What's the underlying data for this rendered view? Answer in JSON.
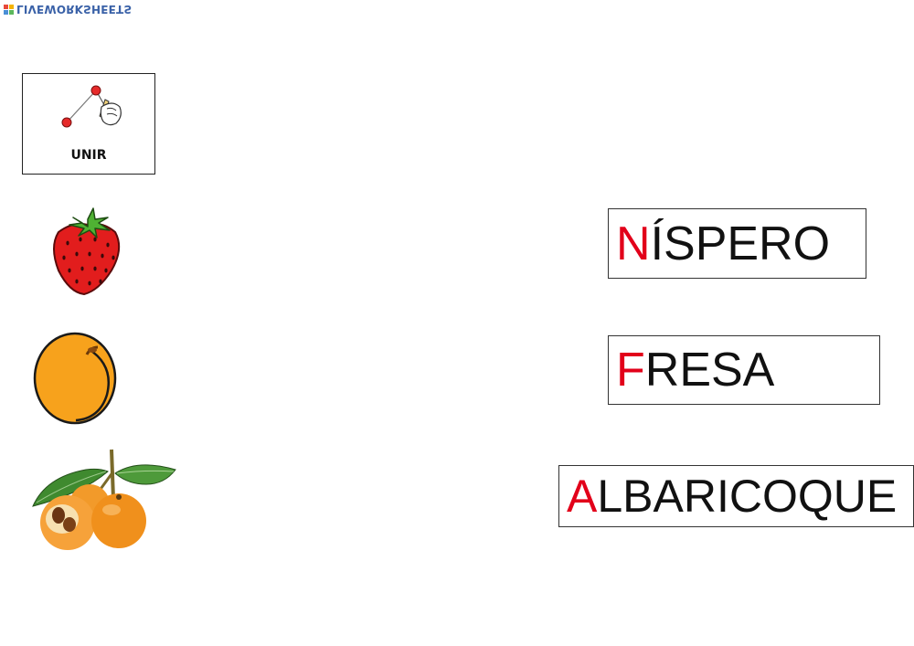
{
  "brand": {
    "name": "LIVEWORKSHEETS",
    "colors": [
      "#e8493b",
      "#f4b400",
      "#4a8fd6",
      "#5cb85c"
    ]
  },
  "instruction": {
    "label": "UNIR",
    "icon": "connect-dots-pencil-icon"
  },
  "fruits": [
    {
      "name": "strawberry",
      "icon": "strawberry-icon"
    },
    {
      "name": "apricot",
      "icon": "apricot-icon"
    },
    {
      "name": "loquat",
      "icon": "loquat-icon"
    }
  ],
  "words": [
    {
      "initial": "N",
      "rest": "ÍSPERO"
    },
    {
      "initial": "F",
      "rest": "RESA"
    },
    {
      "initial": "A",
      "rest": "LBARICOQUE"
    }
  ],
  "colors": {
    "initial_letter": "#e2001a",
    "text": "#111111",
    "border": "#333333"
  }
}
